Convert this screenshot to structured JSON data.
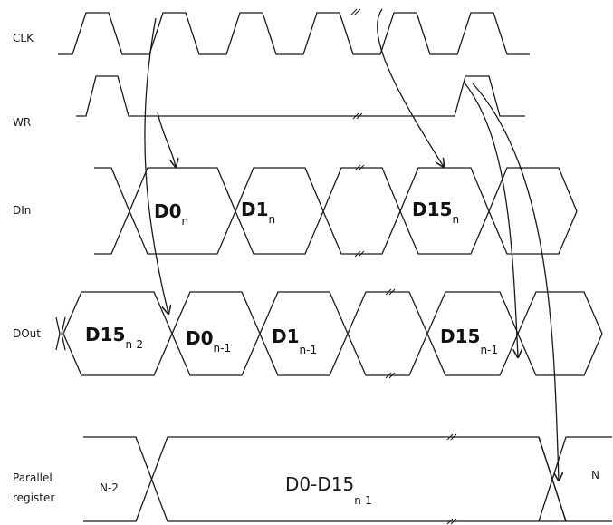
{
  "signals": {
    "clk": "CLK",
    "wr": "WR",
    "din": "DIn",
    "dout": "DOut",
    "parallel_line1": "Parallel",
    "parallel_line2": "register"
  },
  "din_values": [
    {
      "main": "D0",
      "sub": "n"
    },
    {
      "main": "D1",
      "sub": "n"
    },
    {
      "main": "D15",
      "sub": "n"
    }
  ],
  "dout_values": [
    {
      "main": "D15",
      "sub": "n-2"
    },
    {
      "main": "D0",
      "sub": "n-1"
    },
    {
      "main": "D1",
      "sub": "n-1"
    },
    {
      "main": "D15",
      "sub": "n-1"
    }
  ],
  "register_values": {
    "before": "N-2",
    "current_main": "D0-D15",
    "current_sub": "n-1",
    "after": "N"
  }
}
